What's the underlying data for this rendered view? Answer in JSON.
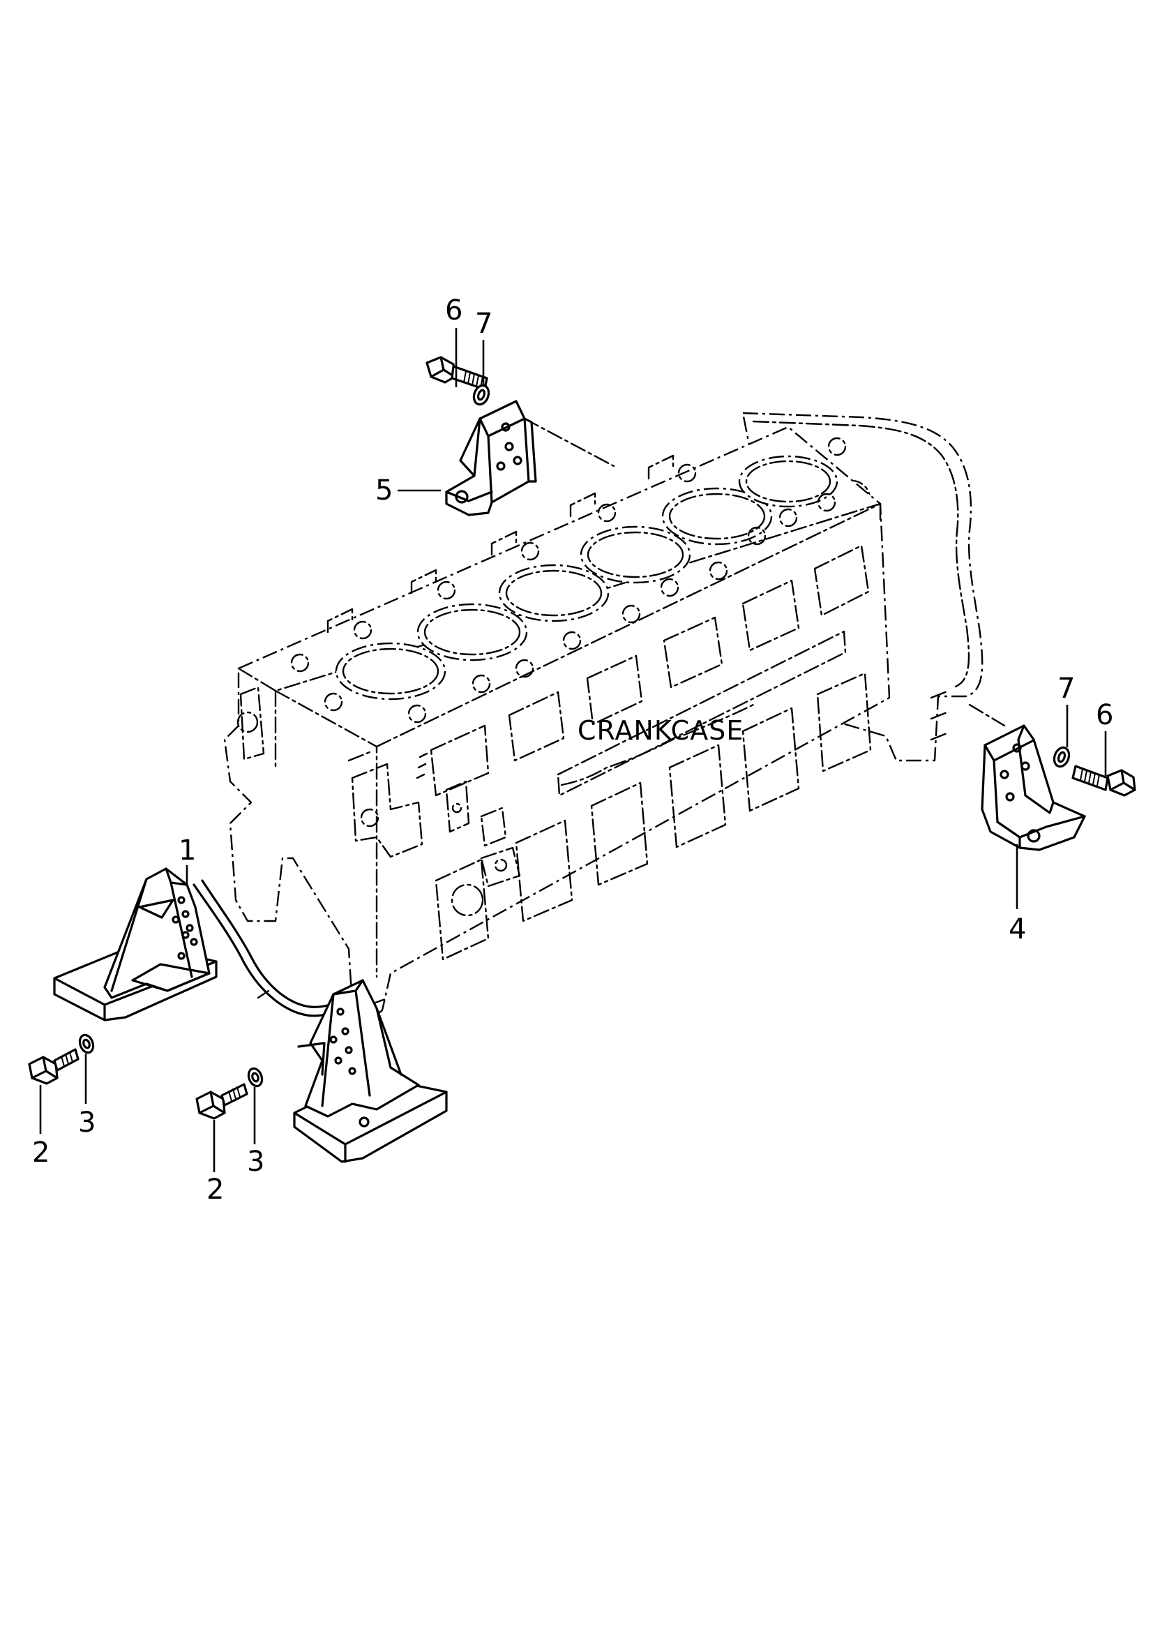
{
  "diagram": {
    "component_label": "CRANKCASE",
    "callouts": {
      "c1": "1",
      "c2a": "2",
      "c2b": "2",
      "c3a": "3",
      "c3b": "3",
      "c4": "4",
      "c5": "5",
      "c6a": "6",
      "c6b": "6",
      "c7a": "7",
      "c7b": "7"
    }
  }
}
